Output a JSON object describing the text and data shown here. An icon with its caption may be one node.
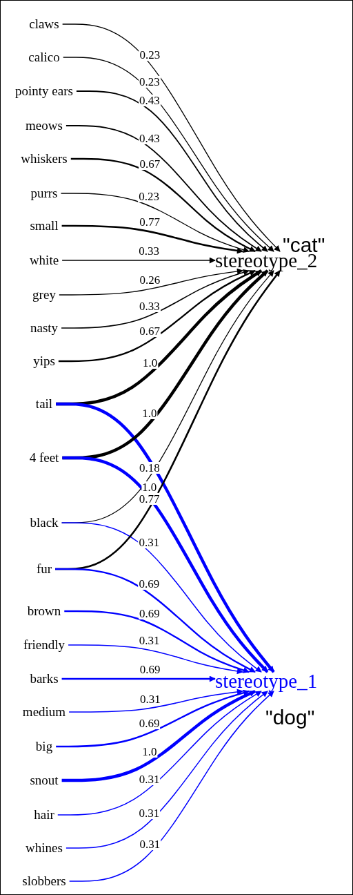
{
  "diagram": {
    "nodes": [
      {
        "text": [
          "claws"
        ]
      },
      {
        "text": [
          "calico"
        ]
      },
      {
        "text": [
          "pointy ears"
        ]
      },
      {
        "text": [
          "meows"
        ]
      },
      {
        "text": [
          "whiskers"
        ]
      },
      {
        "text": [
          "purrs"
        ]
      },
      {
        "text": [
          "small"
        ]
      },
      {
        "text": [
          "white"
        ]
      },
      {
        "text": [
          "grey"
        ]
      },
      {
        "text": [
          "nasty"
        ]
      },
      {
        "text": [
          "yips"
        ]
      },
      {
        "text": [
          "tail"
        ]
      },
      {
        "text": [
          "4 feet"
        ]
      },
      {
        "text": [
          "black"
        ]
      },
      {
        "text": [
          "fur"
        ]
      },
      {
        "text": [
          "brown"
        ]
      },
      {
        "text": [
          "friendly"
        ]
      },
      {
        "text": [
          "barks"
        ]
      },
      {
        "text": [
          "medium"
        ]
      },
      {
        "text": [
          "big"
        ]
      },
      {
        "text": [
          "snout"
        ]
      },
      {
        "text": [
          "hair"
        ]
      },
      {
        "text": [
          "whines"
        ]
      },
      {
        "text": [
          "slobbers"
        ]
      },
      {
        "text": [
          "stereotype_2"
        ],
        "beside": [
          "\"cat\""
        ]
      },
      {
        "text": [
          "stereotype_1"
        ],
        "beside": [
          "\"dog\""
        ]
      }
    ],
    "edges": [
      {
        "from": 0,
        "to": 24,
        "arrow": "to",
        "label": "0.23"
      },
      {
        "from": 1,
        "to": 24,
        "arrow": "to",
        "label": "0.23"
      },
      {
        "from": 2,
        "to": 24,
        "arrow": "to",
        "label": "0.43"
      },
      {
        "from": 3,
        "to": 24,
        "arrow": "to",
        "label": "0.43"
      },
      {
        "from": 4,
        "to": 24,
        "arrow": "to",
        "label": "0.67"
      },
      {
        "from": 5,
        "to": 24,
        "arrow": "to",
        "label": "0.23"
      },
      {
        "from": 6,
        "to": 24,
        "arrow": "to",
        "label": "0.77"
      },
      {
        "from": 7,
        "to": 24,
        "arrow": "to",
        "label": "0.33"
      },
      {
        "from": 8,
        "to": 24,
        "arrow": "to",
        "label": "0.26"
      },
      {
        "from": 9,
        "to": 24,
        "arrow": "to",
        "label": "0.33"
      },
      {
        "from": 10,
        "to": 24,
        "arrow": "to",
        "label": "0.67"
      },
      {
        "from": 11,
        "to": 24,
        "arrow": "to",
        "label": "1.0",
        "style": "thick"
      },
      {
        "from": 11,
        "to": 25,
        "arrow": "to",
        "style": "thick",
        "color": "#0000ff"
      },
      {
        "from": 12,
        "to": 24,
        "arrow": "to",
        "label": "1.0",
        "style": "thick"
      },
      {
        "from": 12,
        "to": 25,
        "arrow": "to",
        "label": "1.0",
        "style": "thick",
        "color": "#0000ff"
      },
      {
        "from": 13,
        "to": 24,
        "arrow": "to",
        "label": "0.18"
      },
      {
        "from": 13,
        "to": 25,
        "arrow": "to",
        "label": "0.31",
        "color": "#0000ff"
      },
      {
        "from": 14,
        "to": 24,
        "arrow": "to",
        "label": "0.77"
      },
      {
        "from": 14,
        "to": 25,
        "arrow": "to",
        "label": "0.69",
        "color": "#0000ff"
      },
      {
        "from": 15,
        "to": 25,
        "arrow": "to",
        "label": "0.69",
        "color": "#0000ff"
      },
      {
        "from": 16,
        "to": 25,
        "arrow": "to",
        "label": "0.31",
        "color": "#0000ff"
      },
      {
        "from": 17,
        "to": 25,
        "arrow": "to",
        "label": "0.69",
        "color": "#0000ff"
      },
      {
        "from": 18,
        "to": 25,
        "arrow": "to",
        "label": "0.31",
        "color": "#0000ff"
      },
      {
        "from": 19,
        "to": 25,
        "arrow": "to",
        "label": "0.69",
        "color": "#0000ff"
      },
      {
        "from": 20,
        "to": 25,
        "arrow": "to",
        "label": "1.0",
        "style": "thick",
        "color": "#0000ff"
      },
      {
        "from": 21,
        "to": 25,
        "arrow": "to",
        "label": "0.31",
        "color": "#0000ff"
      },
      {
        "from": 22,
        "to": 25,
        "arrow": "to",
        "label": "0.31",
        "color": "#0000ff"
      },
      {
        "from": 23,
        "to": 25,
        "arrow": "to",
        "label": "0.31",
        "color": "#0000ff"
      }
    ]
  }
}
